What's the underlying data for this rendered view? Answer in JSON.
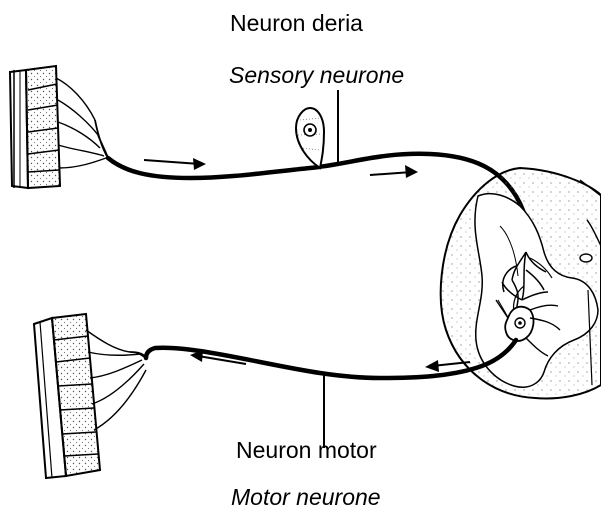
{
  "labels": {
    "sensory_malay": "Neuron deria",
    "sensory_english": "Sensory neurone",
    "motor_malay": "Neuron motor",
    "motor_english": "Motor neurone"
  }
}
